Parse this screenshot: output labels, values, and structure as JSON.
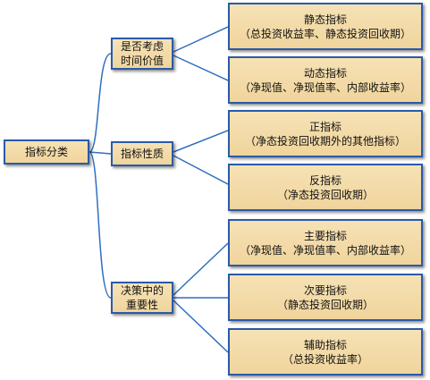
{
  "root": "指标分类",
  "groups": [
    {
      "label": [
        "是否考虑",
        "时间价值"
      ],
      "children": [
        {
          "title": "静态指标",
          "detail": "（总投资收益率、静态投资回收期）"
        },
        {
          "title": "动态指标",
          "detail": "（净现值、净现值率、内部收益率）"
        }
      ]
    },
    {
      "label": [
        "指标性质"
      ],
      "children": [
        {
          "title": "正指标",
          "detail": "（净态投资回收期外的其他指标）"
        },
        {
          "title": "反指标",
          "detail": "（净态投资回收期）"
        }
      ]
    },
    {
      "label": [
        "决策中的",
        "重要性"
      ],
      "children": [
        {
          "title": "主要指标",
          "detail": "（净现值、净现值率、内部收益率）"
        },
        {
          "title": "次要指标",
          "detail": "（静态投资回收期）"
        },
        {
          "title": "辅助指标",
          "detail": "（总投资收益率）"
        }
      ]
    }
  ],
  "colors": {
    "box_fill": "#f3dba8",
    "box_border": "#2a5aa8",
    "connector": "#2f6fc0"
  }
}
